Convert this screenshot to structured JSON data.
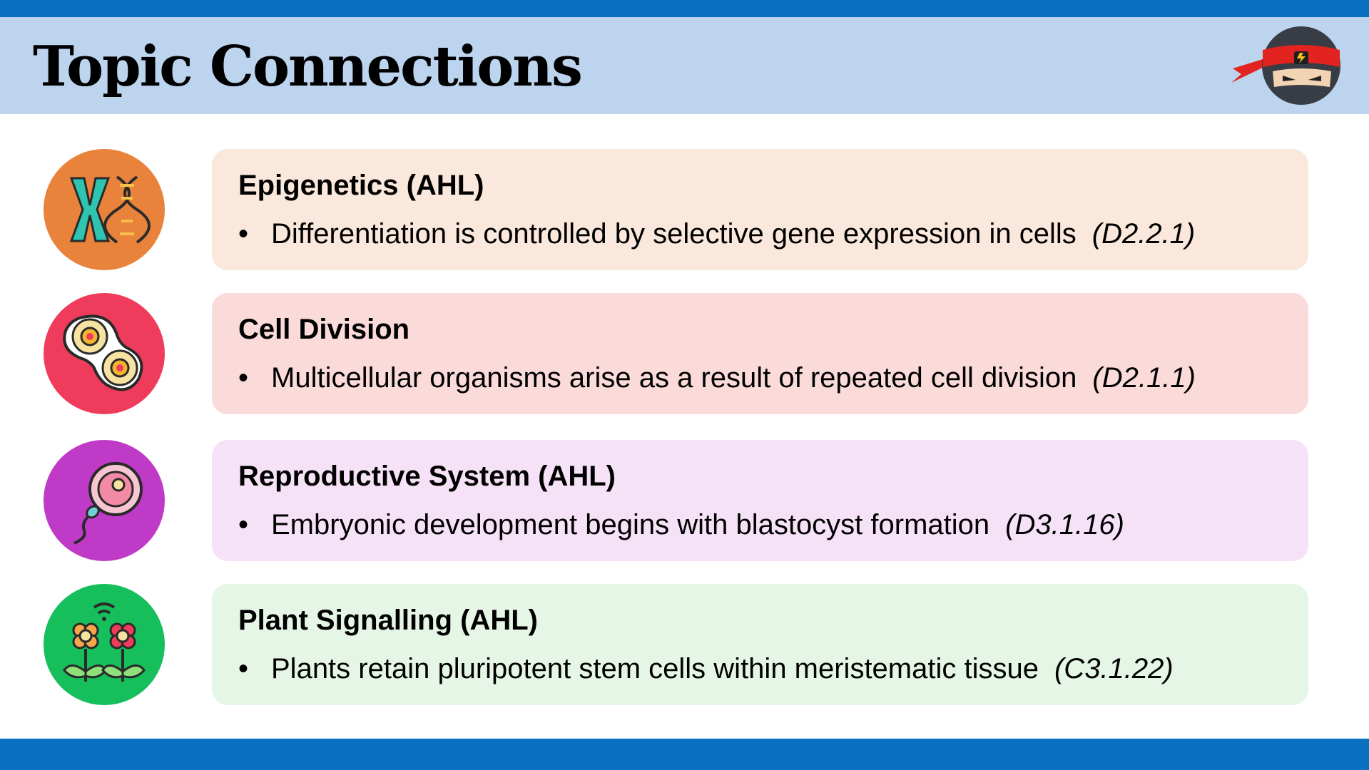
{
  "header": {
    "title": "Topic Connections"
  },
  "colors": {
    "bar_blue": "#0870c0",
    "title_band": "#bdd4ee"
  },
  "rows": [
    {
      "icon": "chromosome-dna-icon",
      "icon_bg": "#e9823a",
      "card_bg": "#fbe8dc",
      "title": "Epigenetics (AHL)",
      "bullet": "•",
      "text": "Differentiation is controlled by selective gene expression in cells",
      "ref": "(D2.2.1)"
    },
    {
      "icon": "dividing-cell-icon",
      "icon_bg": "#f03c5c",
      "card_bg": "#fbdada",
      "title": "Cell Division",
      "bullet": "•",
      "text": "Multicellular organisms arise as a result of repeated cell division",
      "ref": "(D2.1.1)"
    },
    {
      "icon": "sperm-egg-icon",
      "icon_bg": "#c03ac8",
      "card_bg": "#f6e2f6",
      "title": "Reproductive System (AHL)",
      "bullet": "•",
      "text": "Embryonic development begins with blastocyst formation",
      "ref": "(D3.1.16)"
    },
    {
      "icon": "flowers-signal-icon",
      "icon_bg": "#16be5c",
      "card_bg": "#e6f6e6",
      "title": "Plant Signalling (AHL)",
      "bullet": "•",
      "text": "Plants retain pluripotent stem cells within meristematic tissue",
      "ref": "(C3.1.22)"
    }
  ]
}
